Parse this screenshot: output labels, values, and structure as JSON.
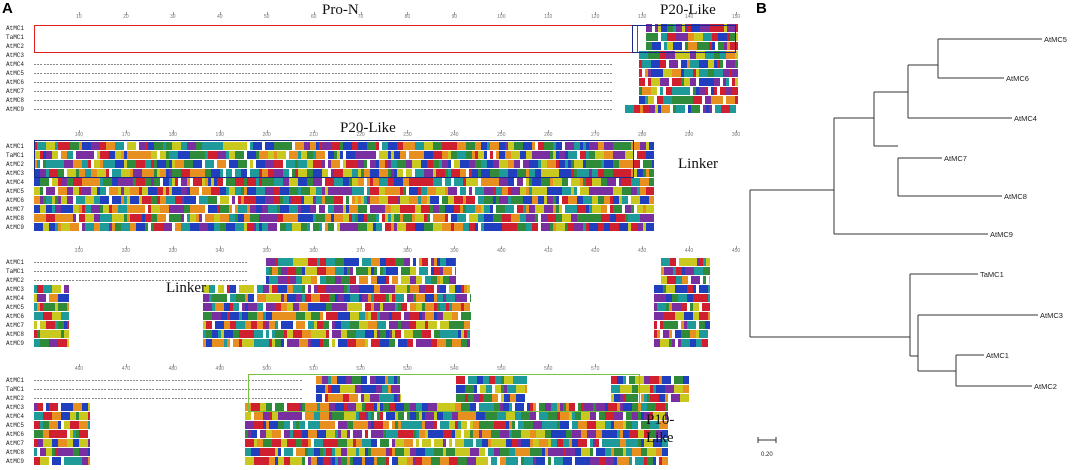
{
  "panels": {
    "a_label": "A",
    "b_label": "B"
  },
  "alignment": {
    "sequence_names": [
      "AtMC1",
      "TaMC1",
      "AtMC2",
      "AtMC3",
      "AtMC4",
      "AtMC5",
      "AtMC6",
      "AtMC7",
      "AtMC8",
      "AtMC9"
    ],
    "blocks": [
      {
        "ticks": [
          "10",
          "20",
          "30",
          "40",
          "50",
          "60",
          "70",
          "80",
          "90",
          "100",
          "110",
          "120",
          "130",
          "140",
          "150"
        ]
      },
      {
        "ticks": [
          "160",
          "170",
          "180",
          "190",
          "200",
          "210",
          "220",
          "230",
          "240",
          "250",
          "260",
          "270",
          "280",
          "290",
          "300"
        ]
      },
      {
        "ticks": [
          "310",
          "320",
          "330",
          "340",
          "350",
          "360",
          "370",
          "380",
          "390",
          "400",
          "410",
          "420",
          "430",
          "440",
          "450"
        ]
      },
      {
        "ticks": [
          "460",
          "470",
          "480",
          "490",
          "500",
          "510",
          "520",
          "530",
          "540",
          "550",
          "560",
          "570"
        ]
      }
    ],
    "region_labels": {
      "pro_n": "Pro-N",
      "p20_like_top": "P20-Like",
      "p20_like_block2": "P20-Like",
      "linker_block2": "Linker",
      "linker_block3": "Linker",
      "p10_like_line1": "P10-",
      "p10_like_line2": "Like"
    },
    "residue_colors": {
      "hydrophobic": "#2f8a3a",
      "polar": "#1f3fbf",
      "acidic": "#d01f2f",
      "basic": "#7a2fa0",
      "aromatic": "#1f9a9a",
      "glycine": "#e8901f",
      "special": "#c8c81f"
    },
    "box_colors": {
      "pro_n": "#e02020",
      "p20_like": "#1a2a8a",
      "p10_like": "#7ac143"
    }
  },
  "tree": {
    "leaves": [
      "AtMC5",
      "AtMC6",
      "AtMC4",
      "AtMC7",
      "AtMC8",
      "AtMC9",
      "TaMC1",
      "AtMC3",
      "AtMC1",
      "AtMC2"
    ],
    "scale_label": "0.20"
  }
}
